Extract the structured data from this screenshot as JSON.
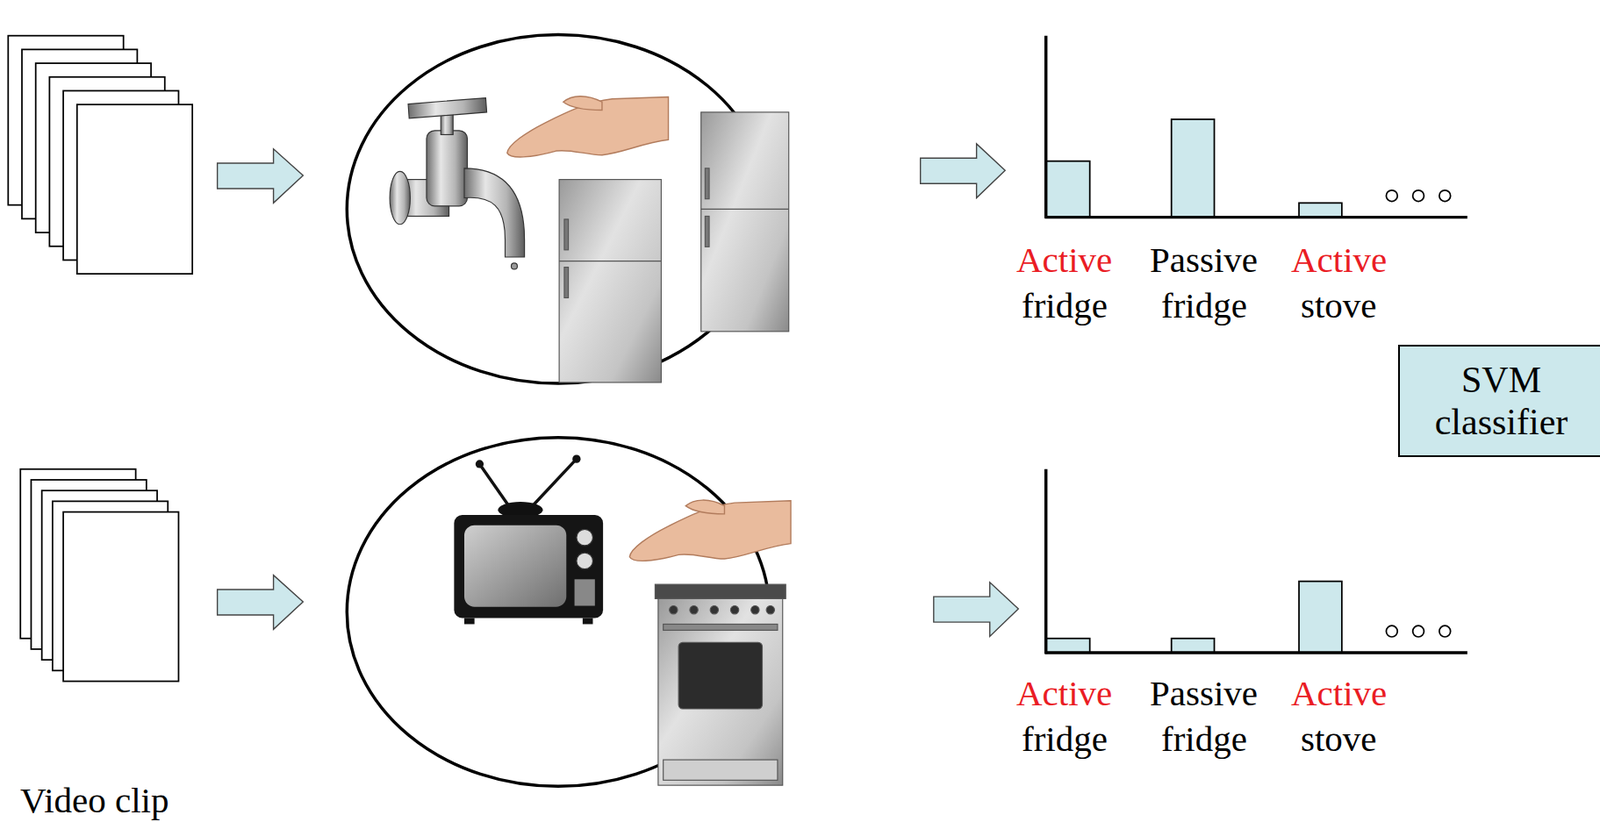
{
  "diagram": {
    "nodes": [
      {
        "text": [
          "SVM classifier"
        ]
      }
    ],
    "labels": [
      "Active",
      "fridge",
      "Passive",
      "fridge",
      "Active",
      "stove",
      "Active",
      "fridge",
      "Passive",
      "fridge",
      "Active",
      "stove",
      "Video clip"
    ]
  }
}
